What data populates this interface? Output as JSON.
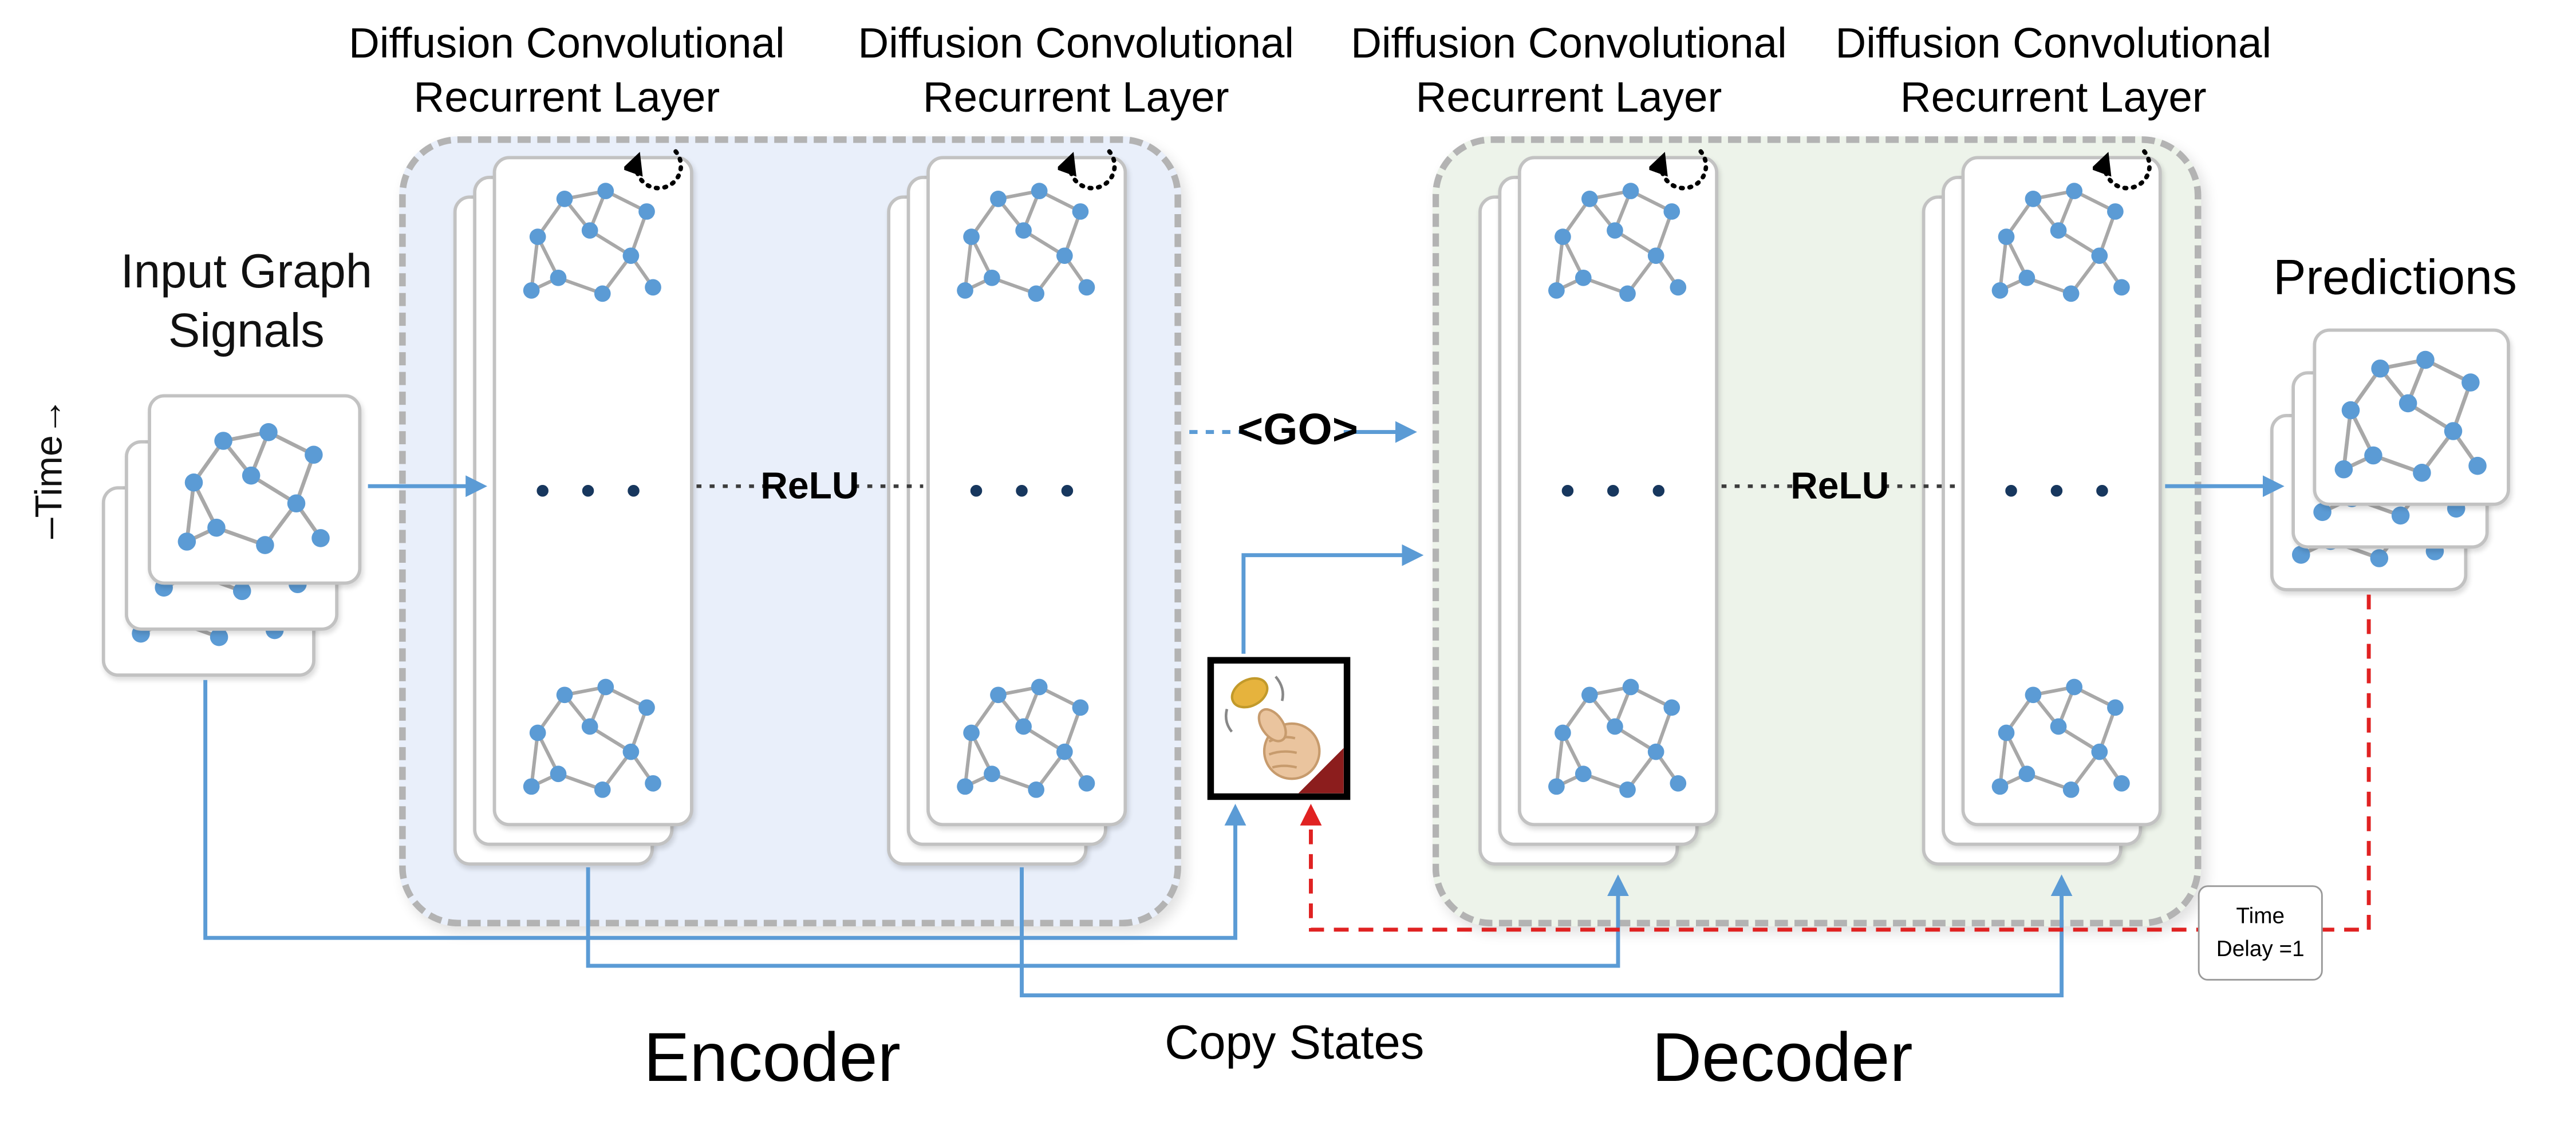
{
  "colors": {
    "node_blue": "#5b9bd5",
    "edge_gray": "#a8a8a8",
    "arrow_blue": "#5b9bd5",
    "feedback_red": "#e02222",
    "encoder_fill": "#e9effa",
    "decoder_fill": "#edf3ea",
    "box_border": "#b3b3b3",
    "card_border": "#c2c2c2",
    "dots_navy": "#17375e",
    "coin_gold": "#e6b33d",
    "hand_skin": "#eac49e",
    "sleeve_red": "#8c1d1d"
  },
  "labels": {
    "layer_title_line1": "Diffusion Convolutional",
    "layer_title_line2": "Recurrent Layer",
    "input_line1": "Input Graph",
    "input_line2": "Signals",
    "time_axis": "–Time→",
    "relu": "ReLU",
    "go_token": "<GO>",
    "dots": "• • •",
    "encoder": "Encoder",
    "decoder": "Decoder",
    "copy_states": "Copy States",
    "predictions": "Predictions",
    "time_delay_line1": "Time",
    "time_delay_line2": "Delay =1"
  }
}
